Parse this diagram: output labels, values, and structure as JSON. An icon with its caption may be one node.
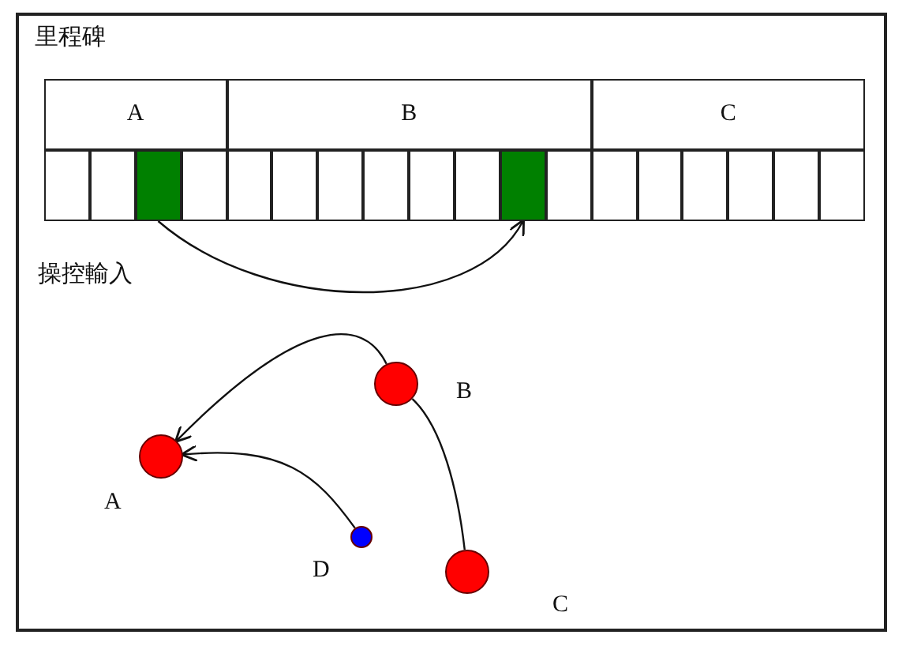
{
  "diagram": {
    "nodes": [
      {
        "text": [
          "A"
        ]
      },
      {
        "text": [
          "B"
        ]
      },
      {
        "text": [
          "C"
        ]
      },
      {
        "text": [],
        "shape": "box"
      },
      {
        "text": [],
        "shape": "box"
      },
      {
        "text": [],
        "shape": "box"
      },
      {
        "text": [],
        "shape": "box"
      },
      {
        "text": [],
        "shape": "box"
      },
      {
        "text": [],
        "shape": "box"
      },
      {
        "text": [],
        "shape": "box"
      },
      {
        "text": [],
        "shape": "box"
      },
      {
        "text": [],
        "shape": "box"
      },
      {
        "text": [],
        "shape": "box"
      },
      {
        "text": [],
        "shape": "box"
      },
      {
        "text": [],
        "shape": "box"
      },
      {
        "text": [],
        "shape": "box"
      },
      {
        "text": [],
        "shape": "box"
      },
      {
        "text": [],
        "shape": "box"
      },
      {
        "text": [],
        "shape": "box"
      },
      {
        "text": [],
        "shape": "box"
      },
      {
        "text": [],
        "shape": "box"
      },
      {
        "text": [],
        "shape": "circle",
        "beside": [
          "A"
        ]
      },
      {
        "text": [],
        "shape": "circle",
        "beside": [
          "B"
        ]
      },
      {
        "text": [],
        "shape": "circle",
        "beside": [
          "C"
        ]
      },
      {
        "text": [],
        "shape": "circle",
        "beside": [
          "D"
        ]
      }
    ],
    "edges": [
      {
        "from": 5,
        "to": 13,
        "arrow": "to"
      },
      {
        "from": 23,
        "to": 22,
        "arrow": "none"
      },
      {
        "from": 22,
        "to": 21,
        "arrow": "to"
      },
      {
        "from": 24,
        "to": 21,
        "arrow": "to"
      }
    ],
    "labels": [
      "里程碑",
      "操控輸入"
    ]
  }
}
